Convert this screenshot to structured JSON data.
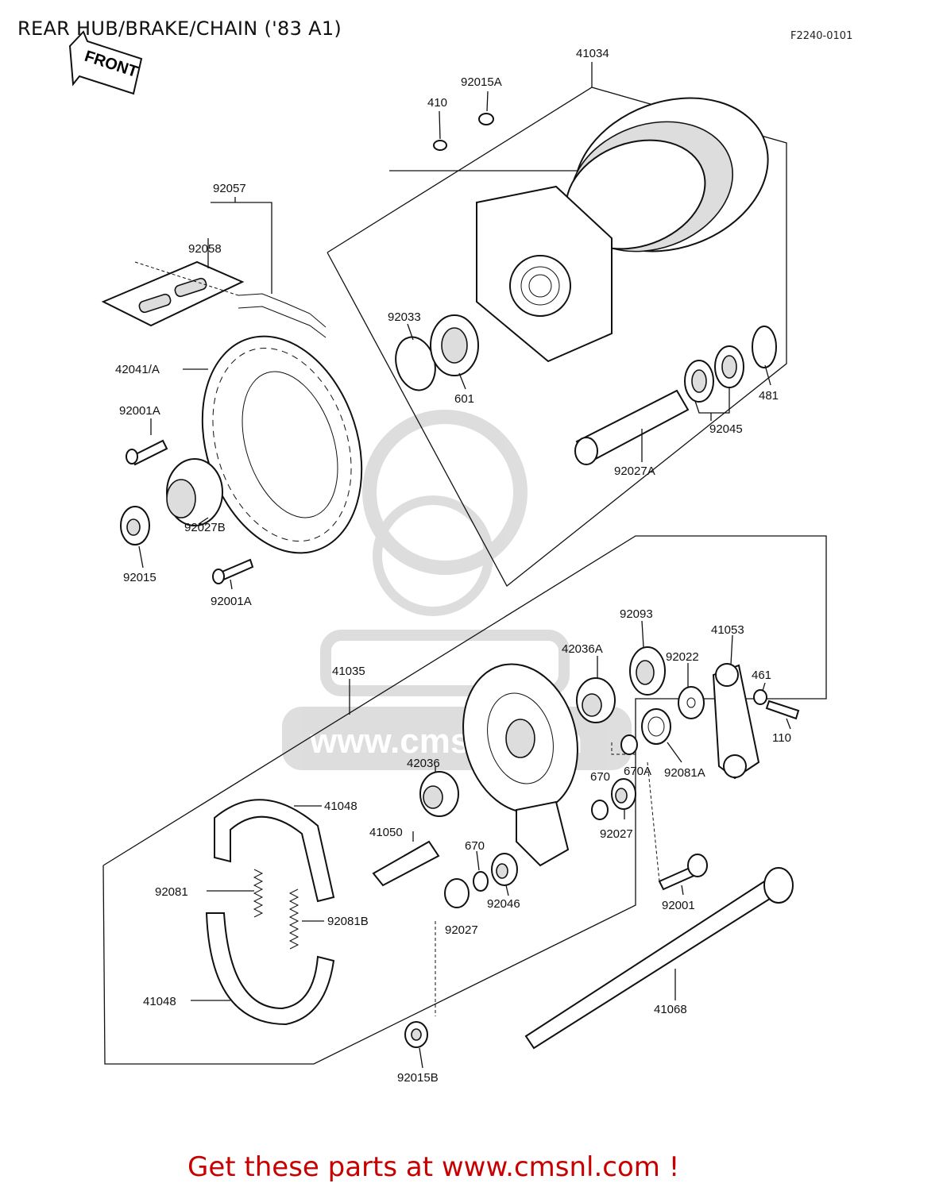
{
  "header": {
    "title": "REAR HUB/BRAKE/CHAIN ('83 A1)",
    "figure_code": "F2240-0101",
    "front_arrow": "FRONT"
  },
  "footer": {
    "promo": "Get these parts at www.cmsnl.com !"
  },
  "watermark": {
    "text": "www.cmsnl.com"
  },
  "parts": {
    "p41034": "41034",
    "p92015A": "92015A",
    "p410": "410",
    "p92057": "92057",
    "p92058": "92058",
    "p92033": "92033",
    "p601": "601",
    "p42041A": "42041/A",
    "p481": "481",
    "p92001A_1": "92001A",
    "p92045": "92045",
    "p92027A": "92027A",
    "p92027B": "92027B",
    "p92015": "92015",
    "p92001A_2": "92001A",
    "p92093": "92093",
    "p41053": "41053",
    "p42036A": "42036A",
    "p92022": "92022",
    "p41035": "41035",
    "p461": "461",
    "p110": "110",
    "p42036": "42036",
    "p670": "670",
    "p670A": "670A",
    "p92081A": "92081A",
    "p41048_1": "41048",
    "p92027_1": "92027",
    "p41050": "41050",
    "p670_2": "670",
    "p92081": "92081",
    "p92046": "92046",
    "p92001": "92001",
    "p92081B": "92081B",
    "p92027_2": "92027",
    "p41048_2": "41048",
    "p41068": "41068",
    "p92015B": "92015B"
  }
}
